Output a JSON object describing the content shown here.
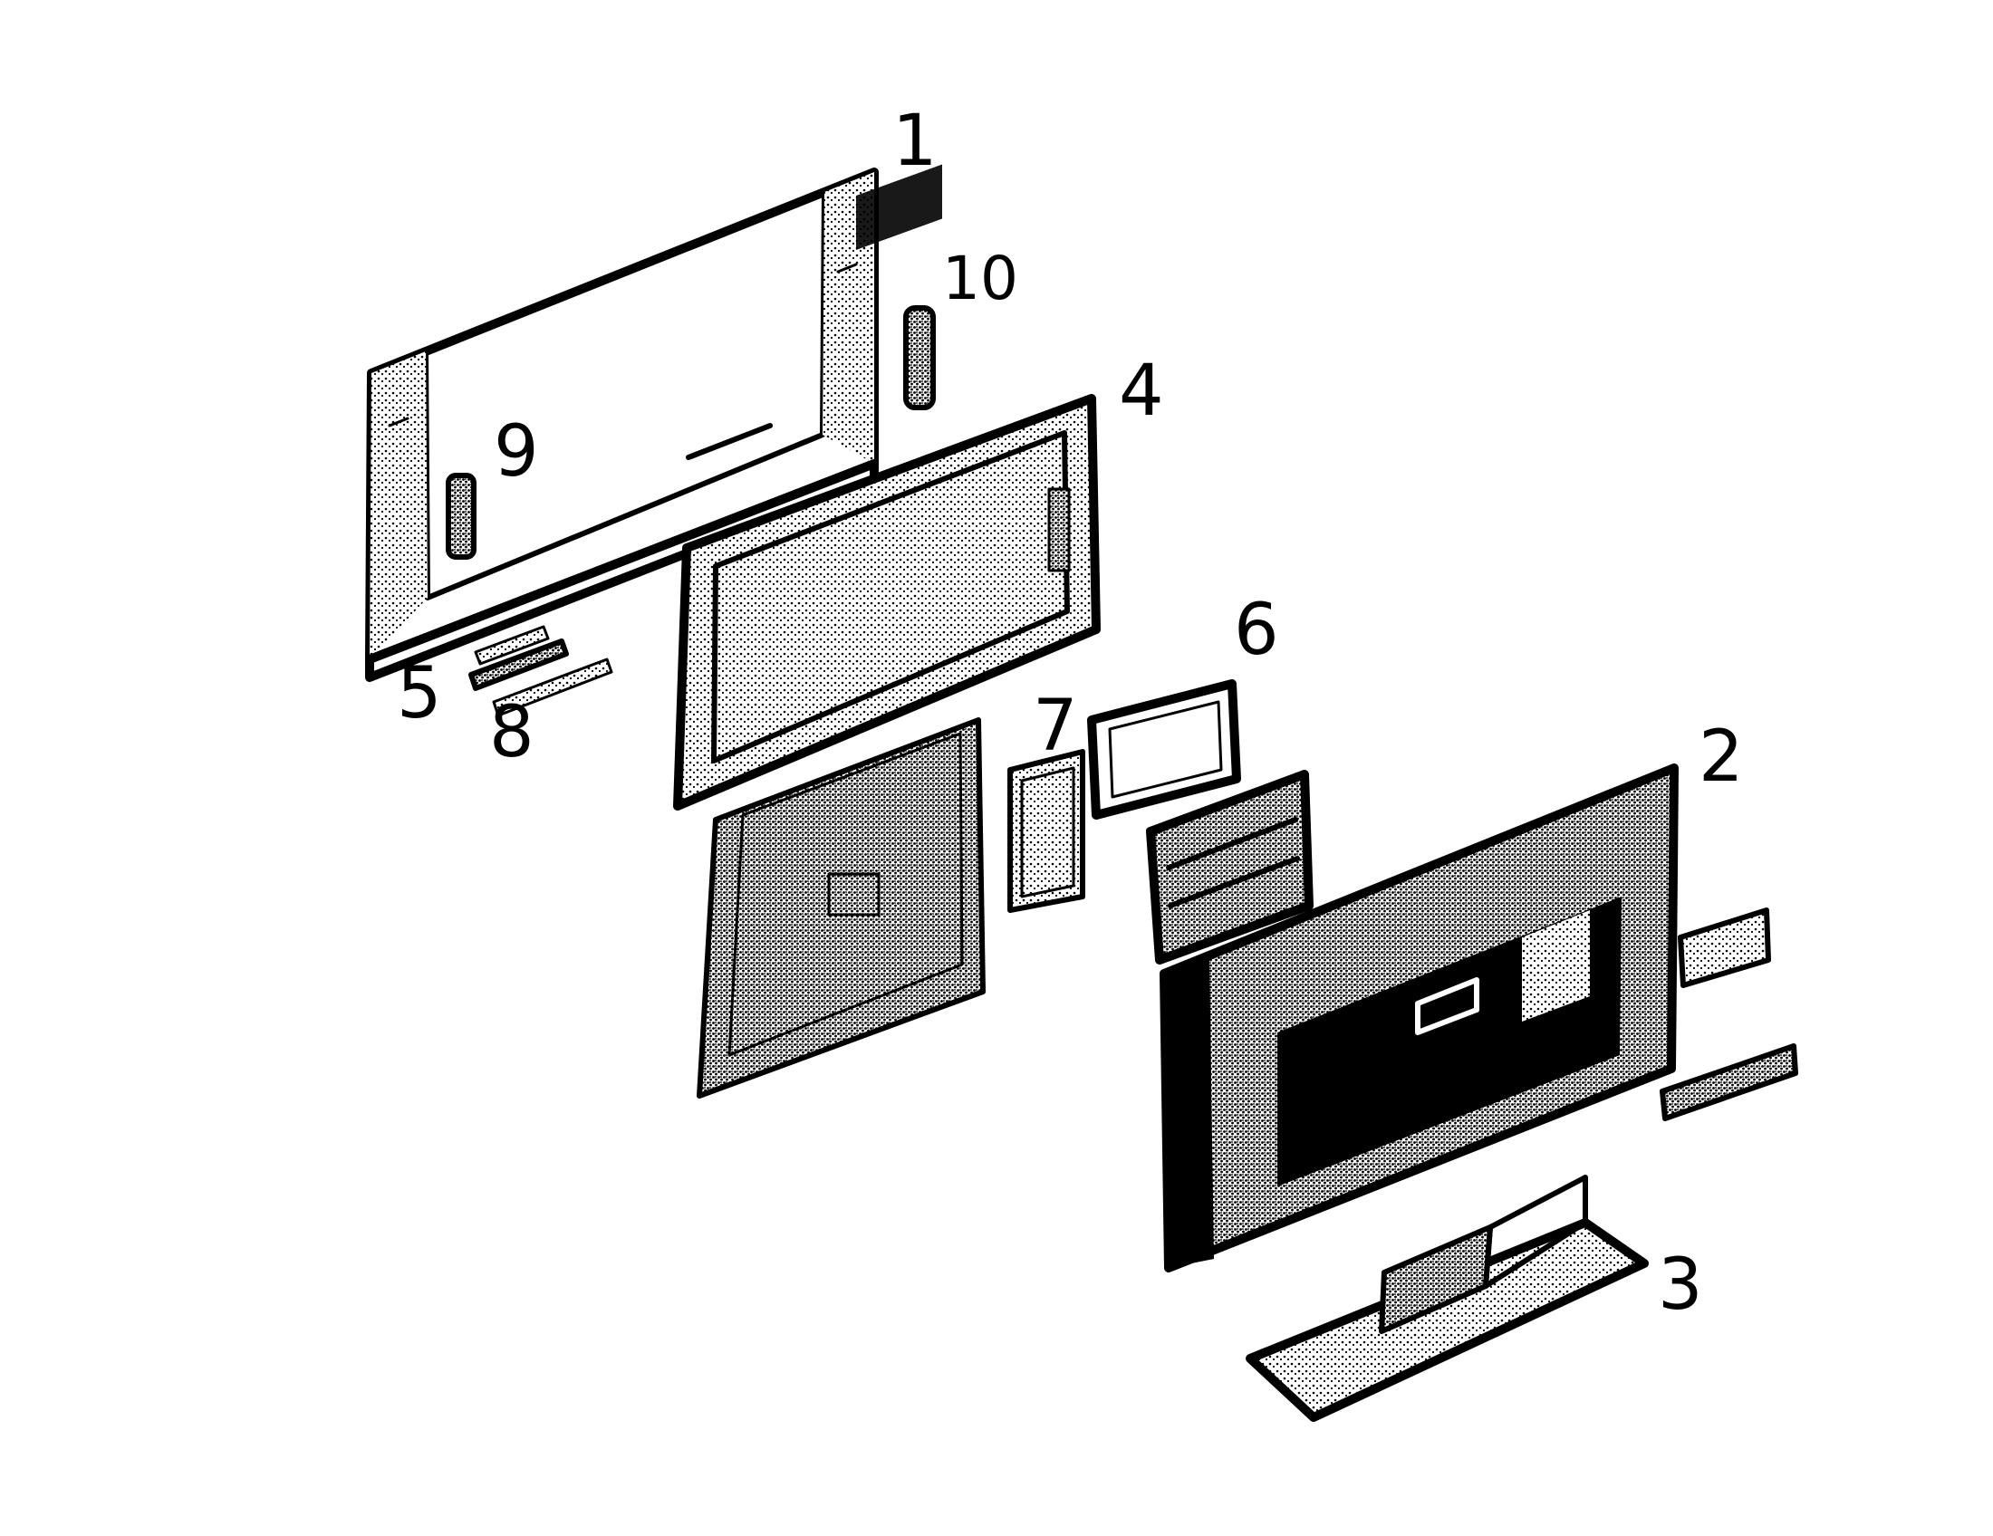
{
  "diagram": {
    "labels": {
      "part_1": "1",
      "part_2": "2",
      "part_3": "3",
      "part_4": "4",
      "part_5": "5",
      "part_6": "6",
      "part_7": "7",
      "part_8": "8",
      "part_9": "9",
      "part_10": "10"
    },
    "colors": {
      "ink": "#000000",
      "paper": "#ffffff"
    }
  }
}
